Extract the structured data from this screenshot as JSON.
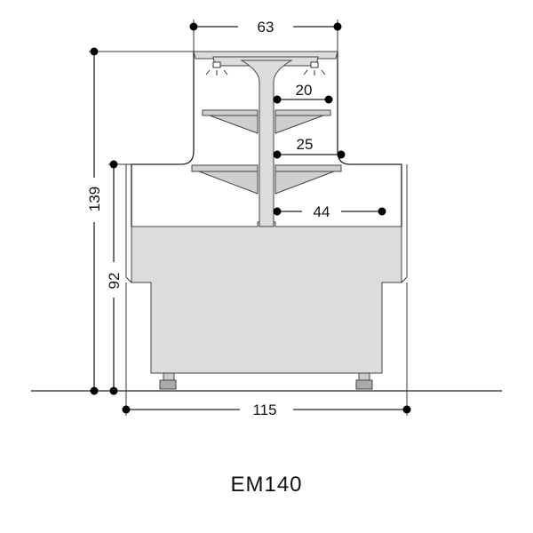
{
  "model_name": "EM140",
  "dimensions": {
    "top_width": "63",
    "total_height": "139",
    "body_height": "92",
    "base_width": "115",
    "shelf_upper_depth": "20",
    "shelf_lower_depth": "25",
    "deck_depth": "44"
  },
  "colors": {
    "cabinet_fill": "#dcdcdc",
    "outline": "#444444",
    "dimension_line": "#222222"
  }
}
